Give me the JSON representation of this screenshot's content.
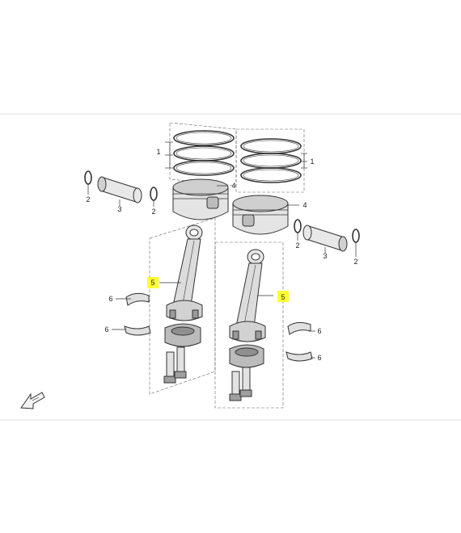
{
  "callouts": {
    "c1": "1",
    "c1b": "1",
    "c2a": "2",
    "c2b": "2",
    "c2c": "2",
    "c2d": "2",
    "c3a": "3",
    "c3b": "3",
    "c4a": "4",
    "c4b": "4",
    "c5a": "5",
    "c5b": "5",
    "c6a": "6",
    "c6b": "6",
    "c6c": "6",
    "c6d": "6"
  },
  "colors": {
    "highlight": "#ffff33",
    "line": "#333333",
    "part_fill": "#dcdcdc",
    "border": "#dddddd"
  },
  "icons": {
    "direction": "forward-arrow-icon"
  }
}
